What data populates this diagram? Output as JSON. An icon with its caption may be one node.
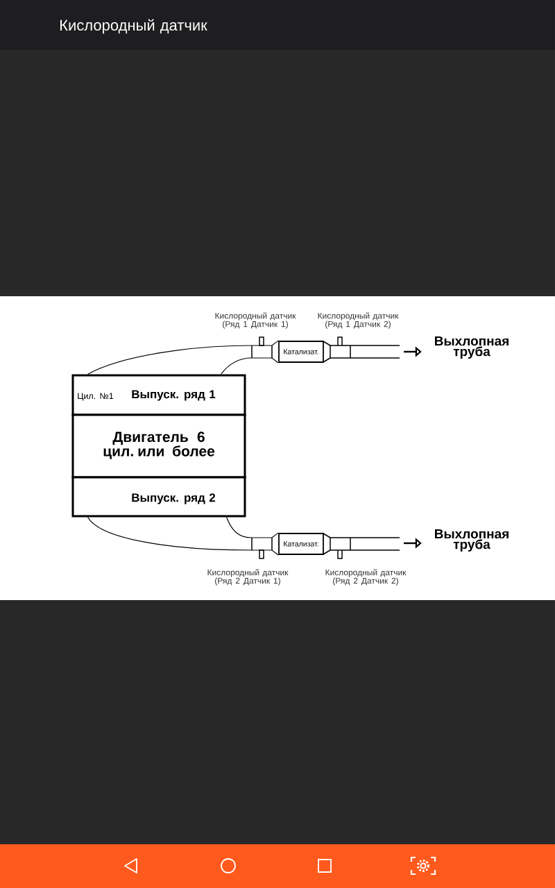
{
  "diagram": {
    "title": "Кислородный датчик",
    "nodes": [
      {
        "text": [
          "Катализат."
        ]
      },
      {
        "text": [
          "Выхлопная труба"
        ]
      },
      {
        "text": [
          "Цил. №1",
          "Выпуск. ряд 1"
        ]
      },
      {
        "text": [
          "Двигатель 6 цил. или более"
        ]
      },
      {
        "text": [
          "Выпуск. ряд 2"
        ]
      },
      {
        "text": [
          "Катализат."
        ]
      },
      {
        "text": [
          "Выхлопная труба"
        ]
      }
    ],
    "edges": [
      {
        "from": 2,
        "to": 0,
        "arrow": "none"
      },
      {
        "from": 2,
        "to": 0,
        "arrow": "none"
      },
      {
        "from": null,
        "to": 1,
        "arrow": "to"
      },
      {
        "from": 4,
        "to": 5,
        "arrow": "none"
      },
      {
        "from": 4,
        "to": 5,
        "arrow": "none"
      },
      {
        "from": null,
        "to": 6,
        "arrow": "to"
      }
    ],
    "labels": [
      "Кислородный датчик (Ряд 1 Датчик 1)",
      "Кислородный датчик (Ряд 1 Датчик 2)",
      "Кислородный датчик (Ряд 2 Датчик 1)",
      "Кислородный датчик (Ряд 2 Датчик 2)"
    ]
  }
}
